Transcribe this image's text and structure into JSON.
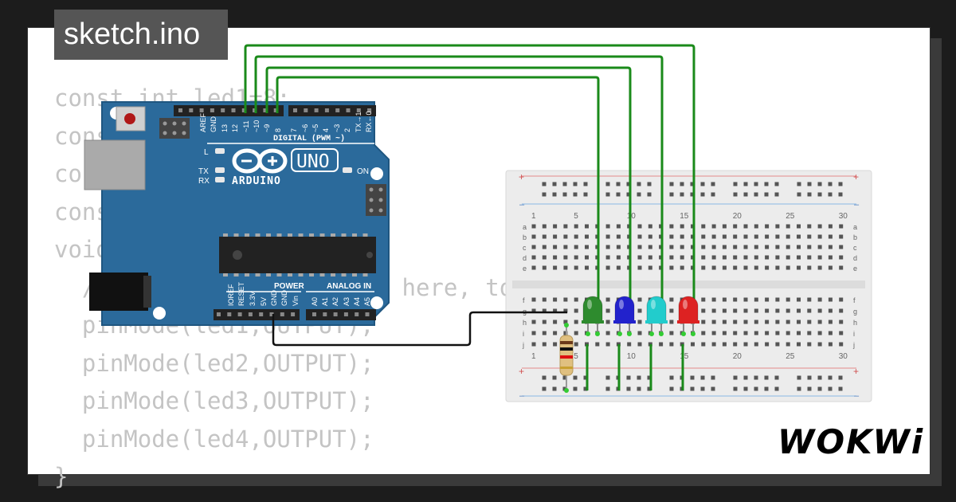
{
  "tab": {
    "title": "sketch.ino"
  },
  "code_lines": [
    "const int led1=8;",
    "const int led2=9;",
    "const int led3=10;",
    "const int led4=11;",
    "void setup() {",
    "  // put your setup code here, to run once:",
    "  pinMode(led1,OUTPUT);",
    "  pinMode(led2,OUTPUT);",
    "  pinMode(led3,OUTPUT);",
    "  pinMode(led4,OUTPUT);",
    "}"
  ],
  "arduino": {
    "logo_uno": "UNO",
    "logo_brand": "ARDUINO",
    "on_label": "ON",
    "l_label": "L",
    "tx_label": "TX",
    "rx_label": "RX",
    "digital_label": "DIGITAL (PWM ~)",
    "power_label": "POWER",
    "analog_label": "ANALOG IN",
    "digital_pins": [
      "AREF",
      "GND",
      "13",
      "12",
      "~11",
      "~10",
      "~9",
      "8",
      "7",
      "~6",
      "~5",
      "4",
      "~3",
      "2",
      "TX→1",
      "RX←0"
    ],
    "power_pins": [
      "IOREF",
      "RESET",
      "3.3V",
      "5V",
      "GND",
      "GND",
      "Vin"
    ],
    "analog_pins": [
      "A0",
      "A1",
      "A2",
      "A3",
      "A4",
      "A5"
    ]
  },
  "breadboard": {
    "rows_top": [
      "a",
      "b",
      "c",
      "d",
      "e"
    ],
    "rows_bottom": [
      "f",
      "g",
      "h",
      "i",
      "j"
    ],
    "col_numbers": [
      "1",
      "5",
      "10",
      "15",
      "20",
      "25",
      "30"
    ],
    "plus": "+",
    "minus": "–"
  },
  "leds": [
    {
      "color": "#2e8b2e",
      "name": "green"
    },
    {
      "color": "#2222cc",
      "name": "blue"
    },
    {
      "color": "#22cccc",
      "name": "cyan"
    },
    {
      "color": "#dd2222",
      "name": "red"
    }
  ],
  "wire_color": "#1a8a1a",
  "brand": {
    "logo": "WOKWi"
  }
}
